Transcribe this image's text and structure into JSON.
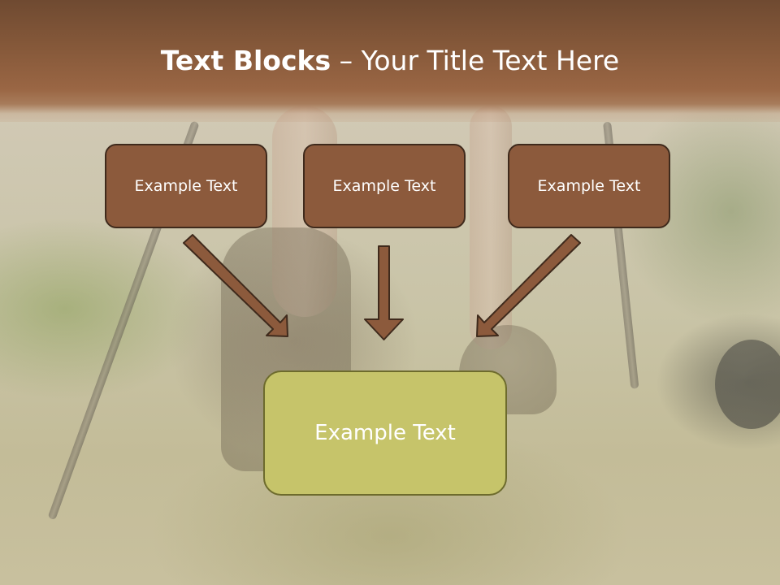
{
  "slide": {
    "title_bold": "Text Blocks",
    "title_rest": " – Your Title Text Here"
  },
  "diagram": {
    "top_boxes": [
      {
        "label": "Example Text"
      },
      {
        "label": "Example Text"
      },
      {
        "label": "Example Text"
      }
    ],
    "target_box": {
      "label": "Example Text"
    },
    "colors": {
      "header": "#86593a",
      "top_box_fill": "#8c5a3c",
      "top_box_border": "#3f2a1c",
      "target_fill": "#c6c46a",
      "arrow": "#8c5a3c"
    }
  }
}
